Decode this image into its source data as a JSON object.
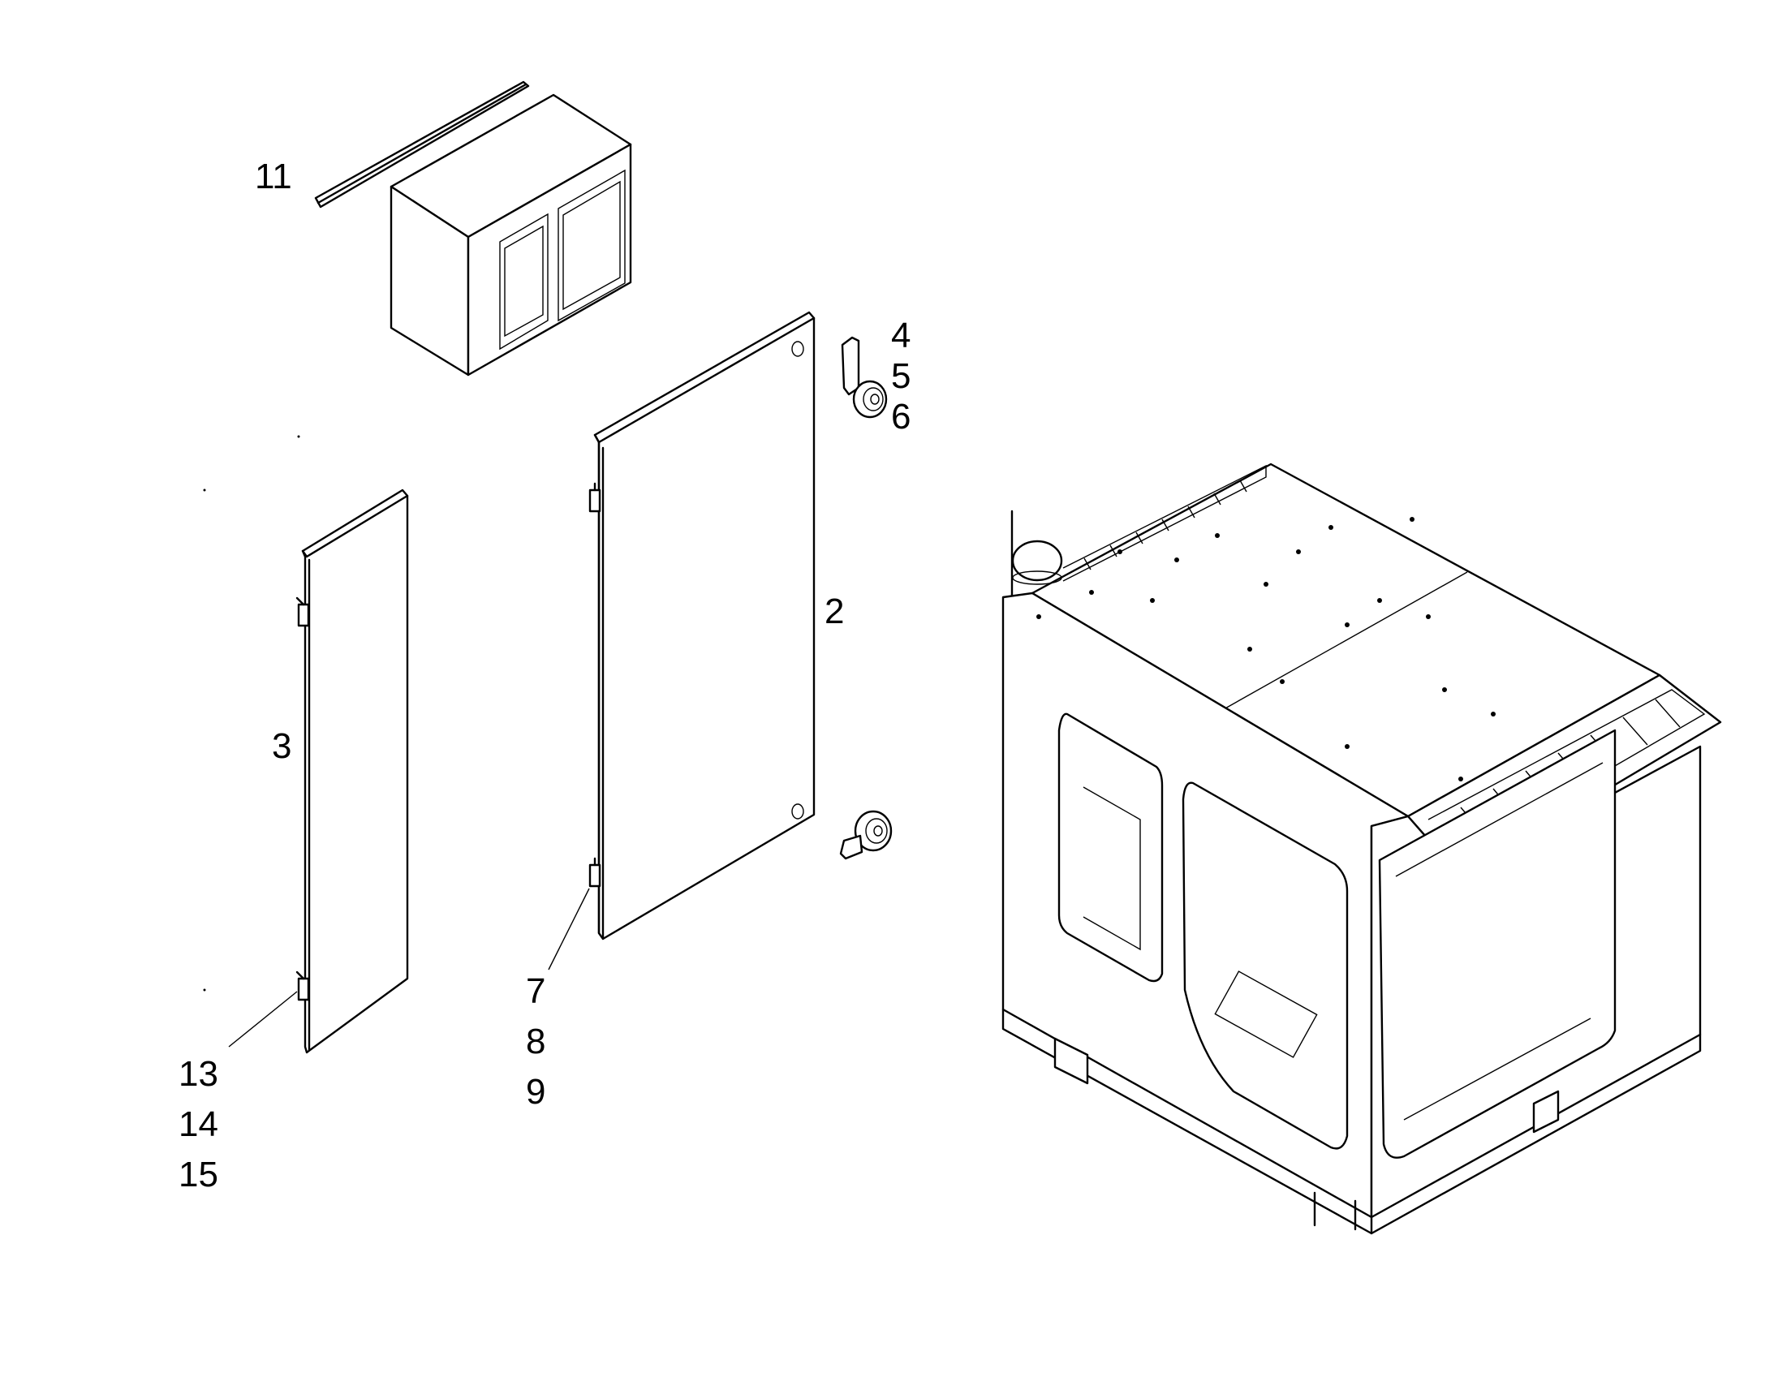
{
  "callouts": {
    "c11": "11",
    "c4": "4",
    "c5": "5",
    "c6": "6",
    "c2": "2",
    "c3": "3",
    "c7": "7",
    "c8": "8",
    "c9": "9",
    "c13": "13",
    "c14": "14",
    "c15": "15"
  },
  "colors": {
    "line": "#000000",
    "background": "#ffffff"
  }
}
